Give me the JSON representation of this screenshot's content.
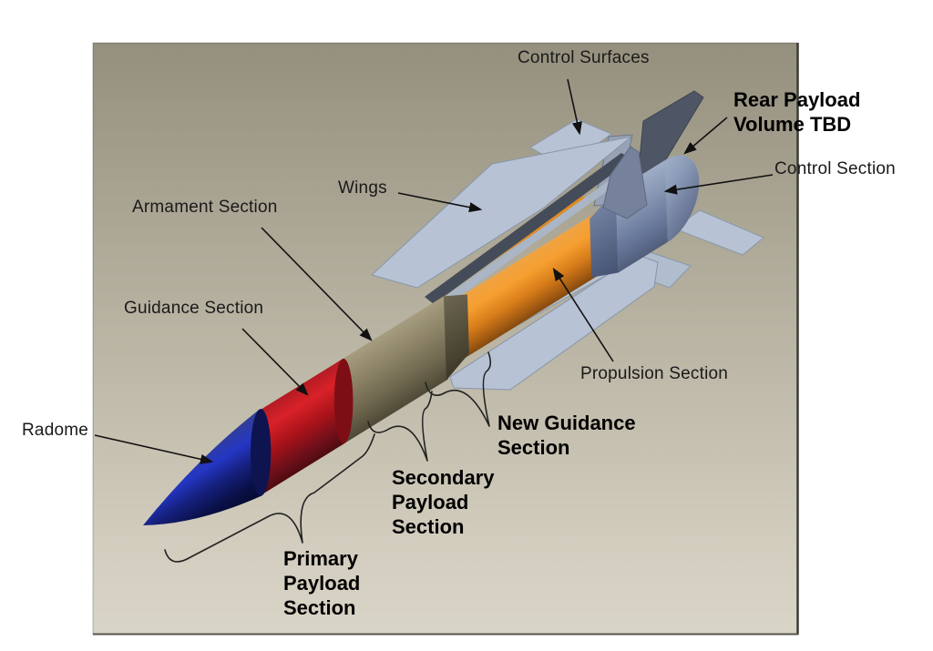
{
  "diagram": {
    "labels": {
      "control_surfaces": "Control Surfaces",
      "rear_payload": "Rear Payload Volume TBD",
      "control_section": "Control Section",
      "wings": "Wings",
      "armament": "Armament Section",
      "guidance": "Guidance Section",
      "propulsion": "Propulsion Section",
      "radome": "Radome",
      "primary_payload": "Primary Payload Section",
      "secondary_payload": "Secondary Payload Section",
      "new_guidance": "New Guidance Section"
    },
    "part_colors": {
      "radome": "#2436c4",
      "guidance_section": "#c81e26",
      "armament_section": "#8d8468",
      "propulsion_section": "#f59f30",
      "control_section": "#8695b2",
      "wings": "#b7c3d4",
      "background_top": "#95907e",
      "background_bottom": "#d9d5c7"
    }
  }
}
